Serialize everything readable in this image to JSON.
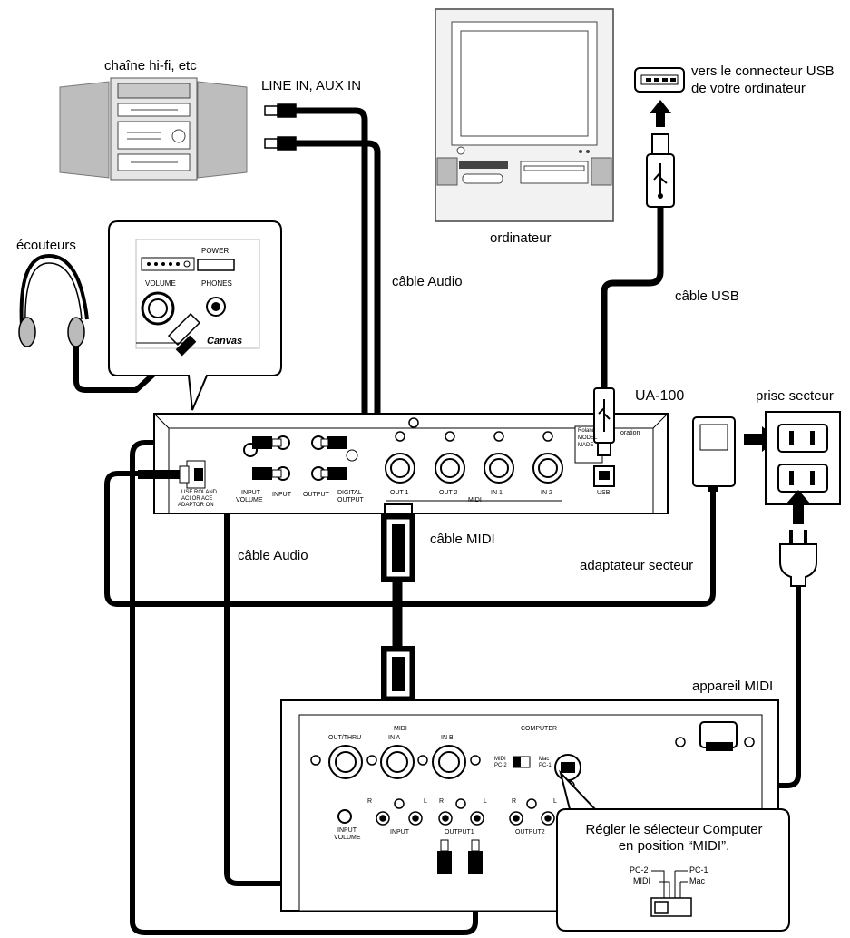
{
  "labels": {
    "hifi": "chaîne hi-fi, etc",
    "line_in": "LINE IN, AUX IN",
    "computer": "ordinateur",
    "usb_target_line1": "vers le connecteur USB",
    "usb_target_line2": "de votre ordinateur",
    "headphones": "écouteurs",
    "audio_cable_top": "câble Audio",
    "usb_cable": "câble USB",
    "ua100": "UA-100",
    "power_outlet": "prise secteur",
    "audio_cable_left": "câble Audio",
    "midi_cable": "câble MIDI",
    "ac_adapter": "adaptateur secteur",
    "midi_device": "appareil MIDI",
    "callout_line1": "Régler le sélecteur Computer",
    "callout_line2": "en position “MIDI”."
  },
  "zoom_panel": {
    "power": "POWER",
    "volume": "VOLUME",
    "phones": "PHONES",
    "logo": "Canvas"
  },
  "ua100_panel": {
    "input_volume_1": "INPUT",
    "input_volume_2": "VOLUME",
    "input": "INPUT",
    "output": "OUTPUT",
    "digital_output_1": "DIGITAL",
    "digital_output_2": "OUTPUT",
    "out1": "OUT 1",
    "out2": "OUT 2",
    "in1": "IN 1",
    "in2": "IN 2",
    "midi": "MIDI",
    "usb": "USB",
    "adaptor_1": "USE ROLAND",
    "adaptor_2": "ACI OR ACE",
    "adaptor_3": "ADAPTOR ON",
    "roland_1": "Roland",
    "roland_2": "MODEL",
    "roland_3": "MADE",
    "corp": "oration"
  },
  "midi_panel": {
    "midi": "MIDI",
    "out_thru": "OUT/THRU",
    "in_a": "IN A",
    "in_b": "IN B",
    "computer": "COMPUTER",
    "sw_midi": "MIDI",
    "sw_pc2": "PC-2",
    "sw_mac": "Mac",
    "sw_pc1": "PC-1",
    "input_volume_1": "INPUT",
    "input_volume_2": "VOLUME",
    "r1": "R",
    "l1": "L",
    "input": "INPUT",
    "r2": "R",
    "l2": "L",
    "output1": "OUTPUT1",
    "r3": "R",
    "l3": "L",
    "output2": "OUTPUT2"
  },
  "switch_detail": {
    "pc2": "PC-2",
    "midi": "MIDI",
    "pc1": "PC-1",
    "mac": "Mac"
  }
}
